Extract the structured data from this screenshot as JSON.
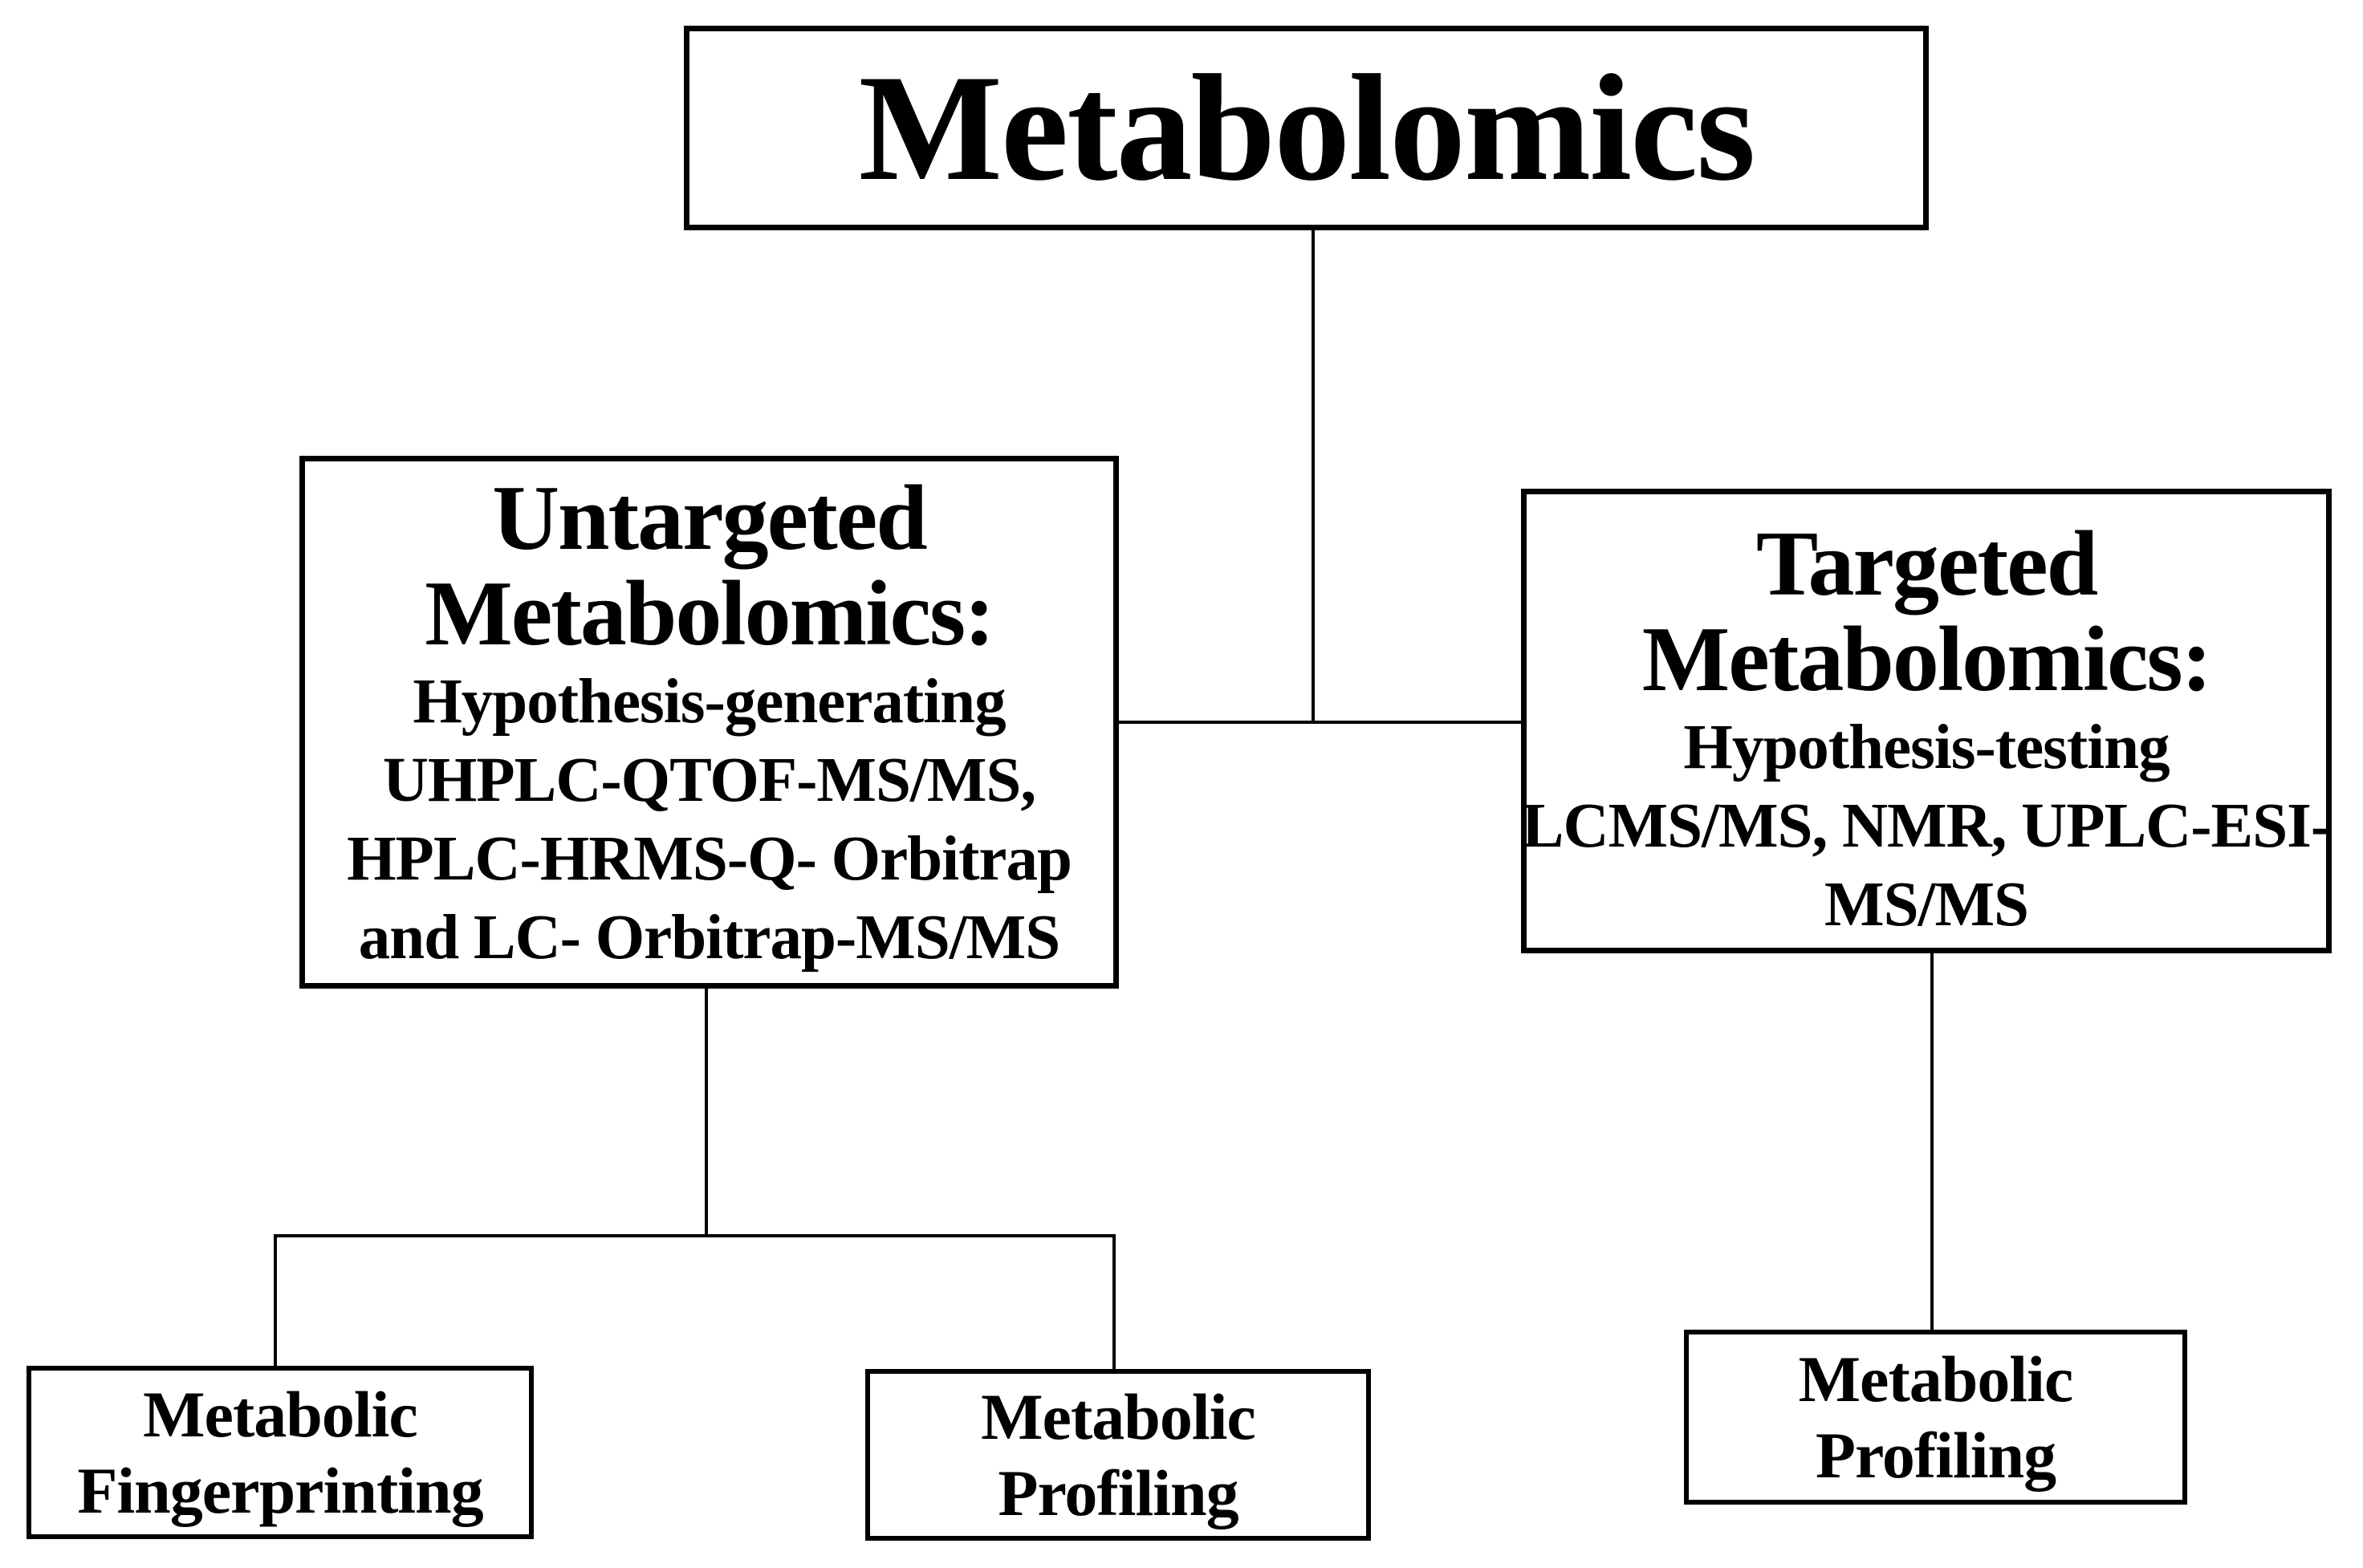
{
  "figure": {
    "background_color": "#ffffff",
    "line_color": "#000000",
    "text_color": "#000000"
  },
  "nodes": {
    "root": {
      "label": "Metabolomics"
    },
    "untargeted": {
      "title": [
        "Untargeted",
        "Metabolomics:"
      ],
      "body": [
        "Hypothesis-generating",
        "UHPLC-QTOF-MS/MS,",
        "HPLC-HRMS-Q- Orbitrap",
        "and LC- Orbitrap-MS/MS"
      ]
    },
    "targeted": {
      "title": [
        "Targeted",
        "Metabolomics:"
      ],
      "body": [
        "Hypothesis-testing",
        "LCMS/MS, NMR, UPLC-ESI-",
        "MS/MS"
      ]
    },
    "fingerprinting": {
      "label": [
        "Metabolic",
        "Fingerprinting"
      ]
    },
    "profiling_untargeted": {
      "label": [
        "Metabolic",
        "Profiling"
      ]
    },
    "profiling_targeted": {
      "label": [
        "Metabolic",
        "Profiling"
      ]
    }
  }
}
